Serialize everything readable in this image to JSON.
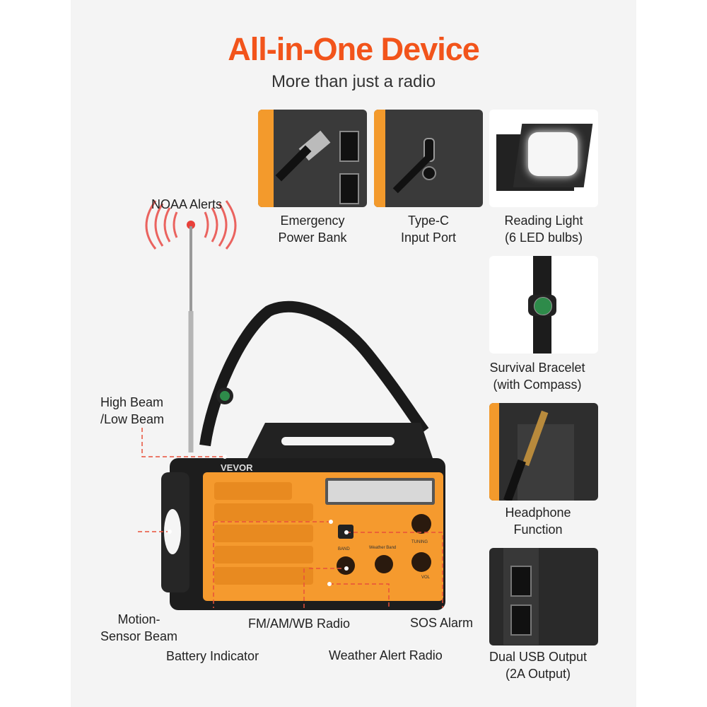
{
  "header": {
    "title": "All-in-One Device",
    "subtitle": "More than just a radio"
  },
  "features": [
    {
      "line1": "Emergency",
      "line2": "Power Bank"
    },
    {
      "line1": "Type-C",
      "line2": "Input Port"
    },
    {
      "line1": "Reading Light",
      "line2": "(6 LED bulbs)"
    },
    {
      "line1": "Survival Bracelet",
      "line2": "(with Compass)"
    },
    {
      "line1": "Headphone",
      "line2": "Function"
    },
    {
      "line1": "Dual USB Output",
      "line2": "(2A Output)"
    }
  ],
  "callouts": {
    "noaa": "NOAA Alerts",
    "beam1": "High Beam",
    "beam2": "/Low Beam",
    "motion1": "Motion-",
    "motion2": "Sensor Beam",
    "battery": "Battery Indicator",
    "radio": "FM/AM/WB Radio",
    "weather": "Weather Alert Radio",
    "sos": "SOS Alarm"
  },
  "device": {
    "brand": "VEVOR",
    "band": "BAND",
    "weather_band": "Weather Band",
    "tuning": "TUNING",
    "vol": "VOL"
  },
  "colors": {
    "accent": "#f2541b",
    "device_orange": "#f59a2e",
    "case": "#1d1d1d",
    "background": "#f4f4f4"
  }
}
